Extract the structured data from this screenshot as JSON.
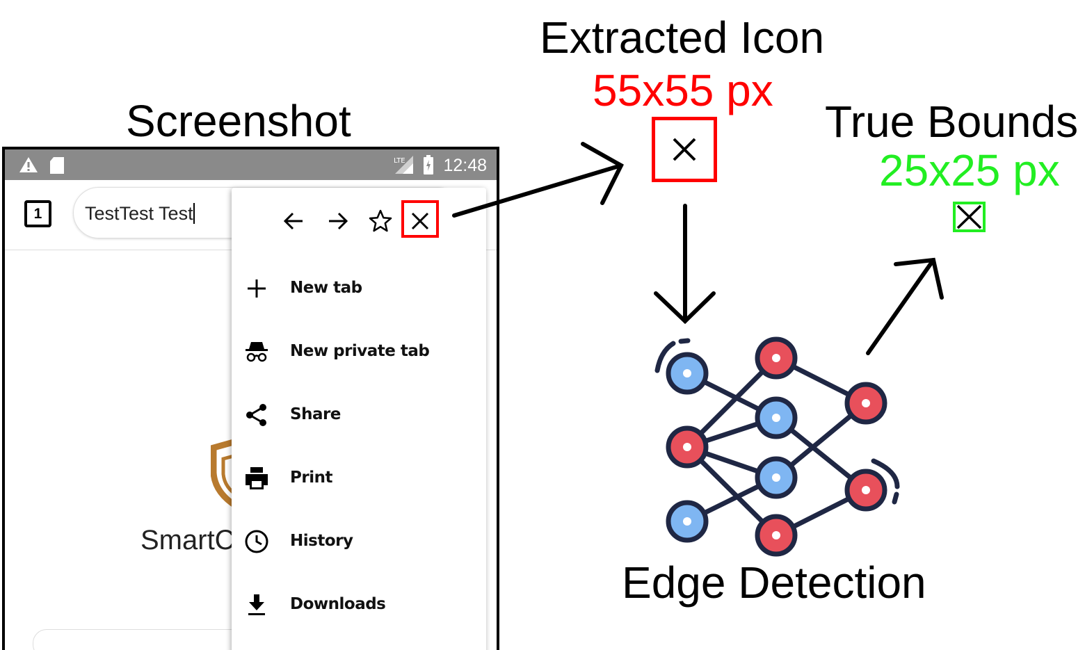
{
  "labels": {
    "screenshot": "Screenshot",
    "extracted_icon": "Extracted Icon",
    "extracted_size": "55x55 px",
    "true_bounds": "True Bounds",
    "true_size": "25x25 px",
    "edge_detection": "Edge Detection"
  },
  "colors": {
    "extracted_size": "#ff0000",
    "true_size": "#22ee22",
    "network_node_blue": "#7fb6f2",
    "network_node_red": "#e8505b",
    "network_line": "#1f2744"
  },
  "phone": {
    "status_time": "12:48",
    "status_icons": [
      "warning-icon",
      "sd-card-icon",
      "lte-signal-icon",
      "battery-icon"
    ],
    "tab_count": "1",
    "url_value": "TestTest Test",
    "app_name_visible": "SmartC",
    "menu": {
      "actions": [
        "back-arrow-icon",
        "forward-arrow-icon",
        "star-icon",
        "close-icon"
      ],
      "items": [
        {
          "label": "New tab",
          "icon": "plus-icon"
        },
        {
          "label": "New private tab",
          "icon": "incognito-icon"
        },
        {
          "label": "Share",
          "icon": "share-icon"
        },
        {
          "label": "Print",
          "icon": "print-icon"
        },
        {
          "label": "History",
          "icon": "clock-icon"
        },
        {
          "label": "Downloads",
          "icon": "download-icon"
        }
      ]
    }
  }
}
